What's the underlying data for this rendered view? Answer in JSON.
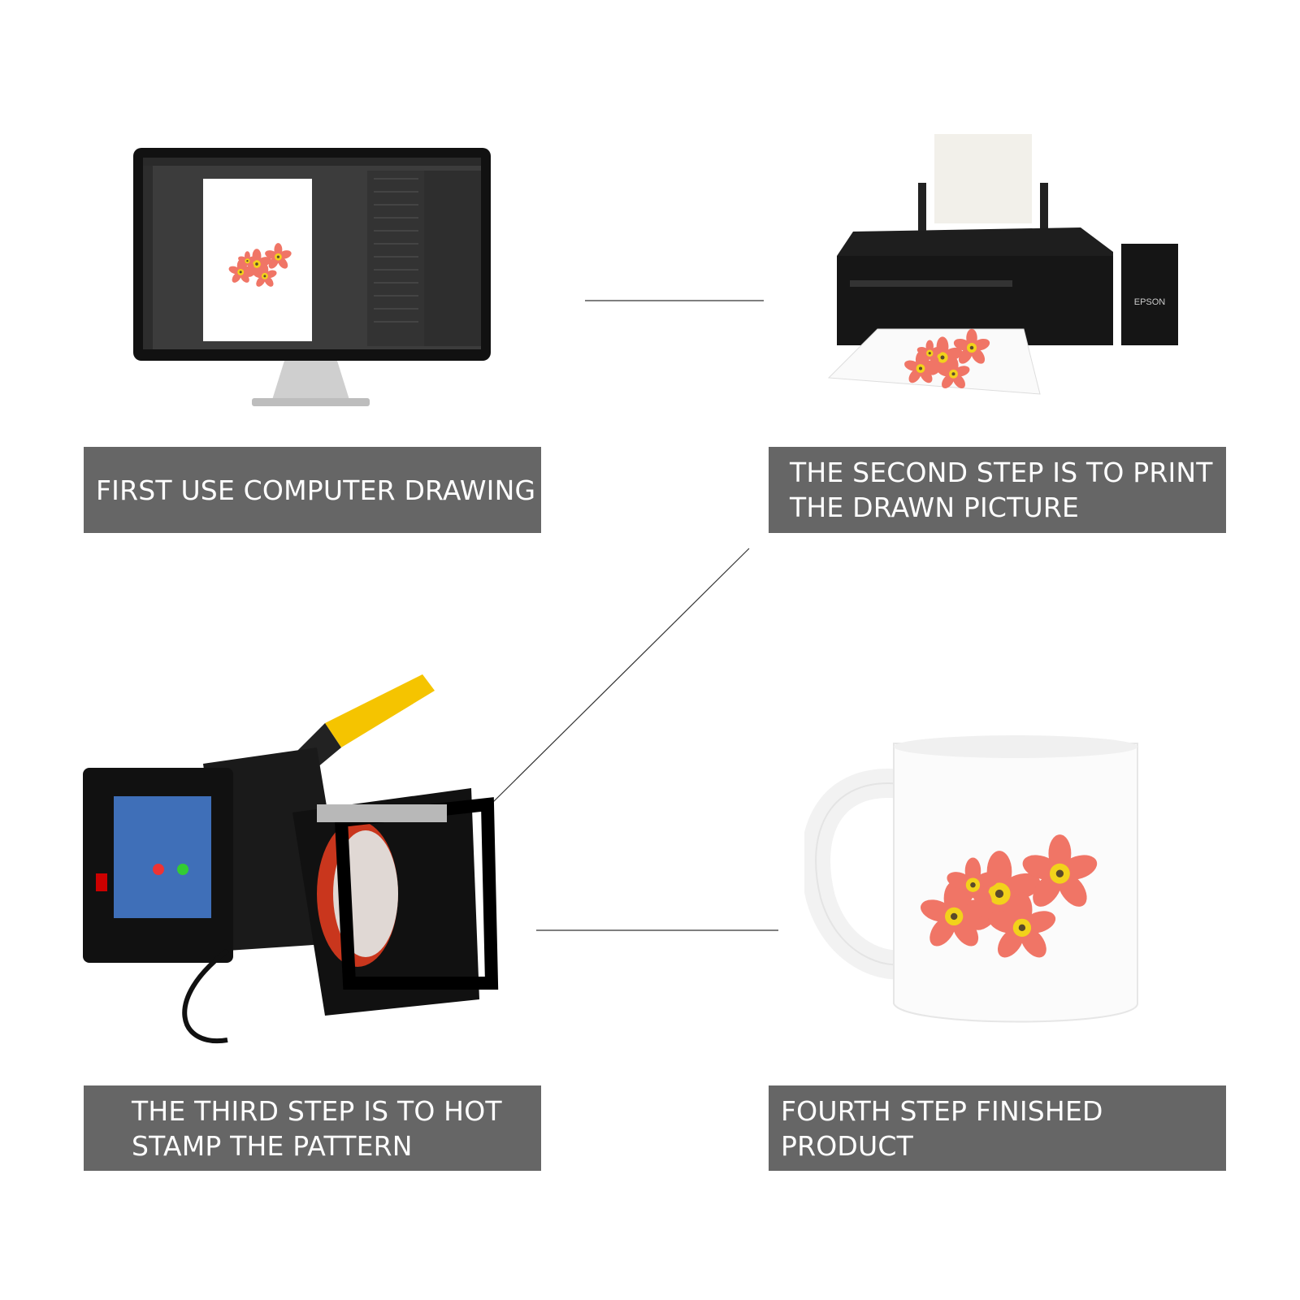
{
  "steps": [
    {
      "label": "FIRST USE COMPUTER DRAWING",
      "illustration": "computer-monitor"
    },
    {
      "label": "THE SECOND STEP IS TO PRINT\nTHE DRAWN PICTURE",
      "illustration": "inkjet-printer"
    },
    {
      "label": "THE THIRD STEP IS TO HOT\nSTAMP THE PATTERN",
      "illustration": "mug-heat-press"
    },
    {
      "label": "FOURTH STEP FINISHED PRODUCT",
      "illustration": "printed-mug"
    }
  ],
  "printer_brand": "EPSON",
  "colors": {
    "label_bg": "#666666",
    "label_text": "#ffffff",
    "flower": "#f07566",
    "flower_center": "#f2d21b",
    "press_handle": "#f5c400",
    "heat_pad": "#c9361d"
  }
}
